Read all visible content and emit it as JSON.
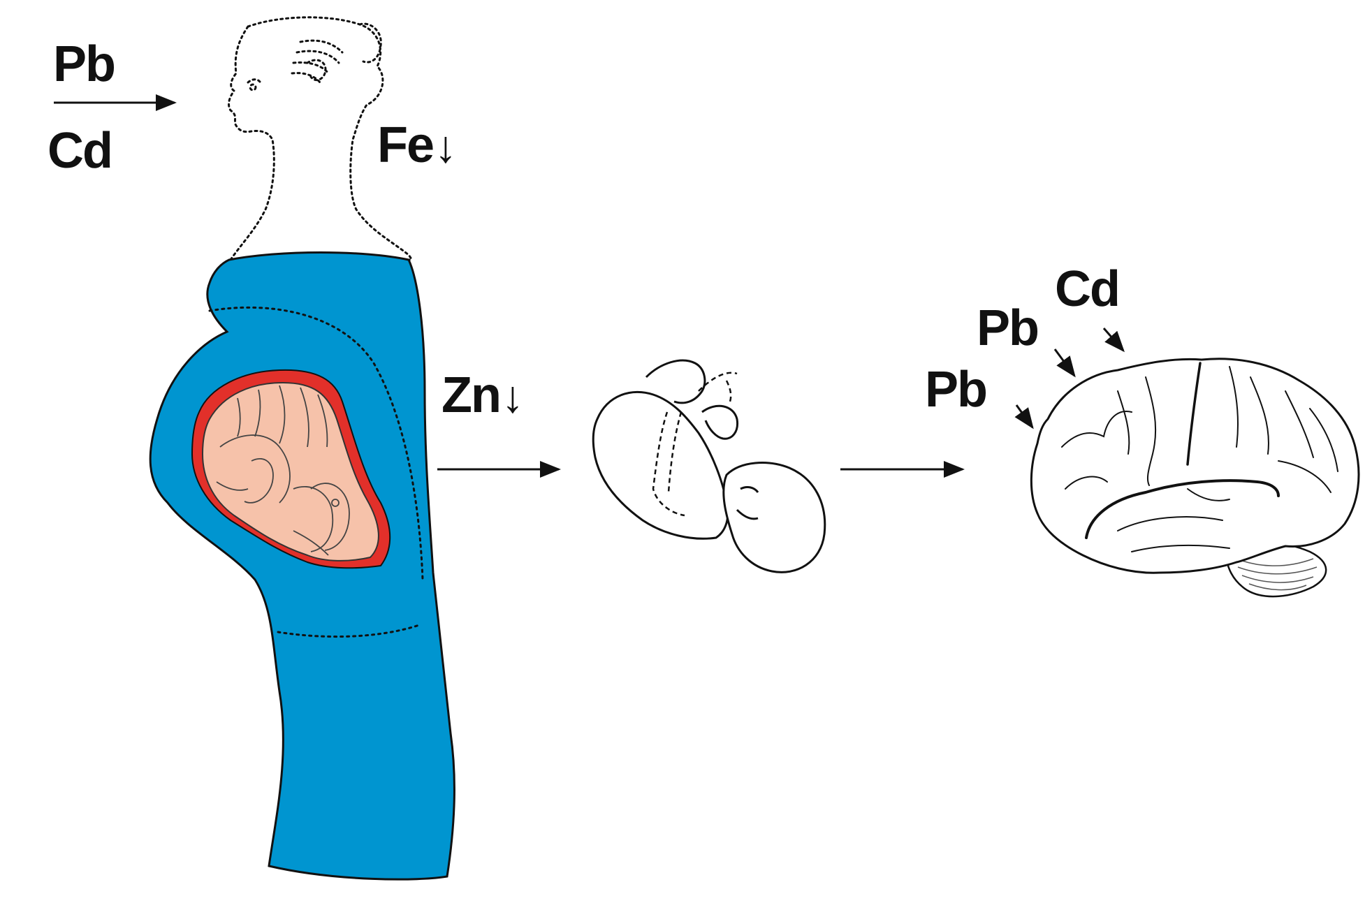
{
  "labels": {
    "mother_pb": "Pb",
    "mother_cd": "Cd",
    "iron": "Fe",
    "zinc": "Zn",
    "brain_cd": "Cd",
    "brain_pb_upper": "Pb",
    "brain_pb_lower": "Pb",
    "down_arrow": "↓"
  },
  "colors": {
    "body_blue": "#0095d0",
    "uterus_red": "#e2302a",
    "fetus_skin": "#f6c2aa",
    "ink": "#111111"
  },
  "icons": {
    "mother": "pregnant-woman-silhouette",
    "fetus": "fetus-in-uterus",
    "infant": "newborn-infant-drawing",
    "brain": "human-brain-side-view"
  }
}
